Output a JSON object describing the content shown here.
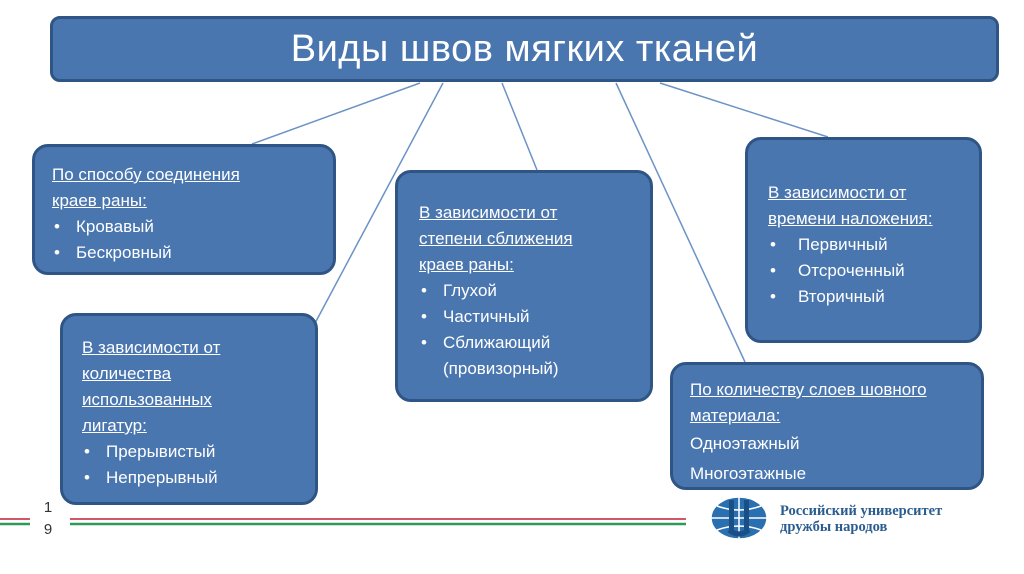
{
  "title": "Виды швов мягких тканей",
  "boxes": {
    "connection": {
      "head": [
        "По способу соединения",
        "краев раны:"
      ],
      "items": [
        "Кровавый",
        "Бескровный"
      ]
    },
    "ligatures": {
      "head": [
        "В зависимости от",
        "количества",
        "использованных",
        "лигатур:"
      ],
      "items": [
        "Прерывистый",
        "Непрерывный"
      ]
    },
    "approximation": {
      "head": [
        "В зависимости от",
        "степени сближения",
        "краев раны:"
      ],
      "items": [
        "Глухой",
        "Частичный",
        "Сближающий (провизорный)"
      ]
    },
    "timing": {
      "head": [
        "В зависимости от",
        "времени наложения:"
      ],
      "items": [
        "Первичный",
        "Отсроченный",
        "Вторичный"
      ]
    },
    "layers": {
      "head": [
        "По количеству слоев шовного",
        "материала:"
      ],
      "lines": [
        "Одноэтажный",
        "Многоэтажные"
      ]
    }
  },
  "footer": {
    "page_number": [
      "1",
      "9"
    ],
    "university": [
      "Российский университет",
      "дружбы народов"
    ]
  },
  "colors": {
    "box_fill": "#4a76b0",
    "box_border": "#2f5585",
    "line": "#6b93c6"
  }
}
